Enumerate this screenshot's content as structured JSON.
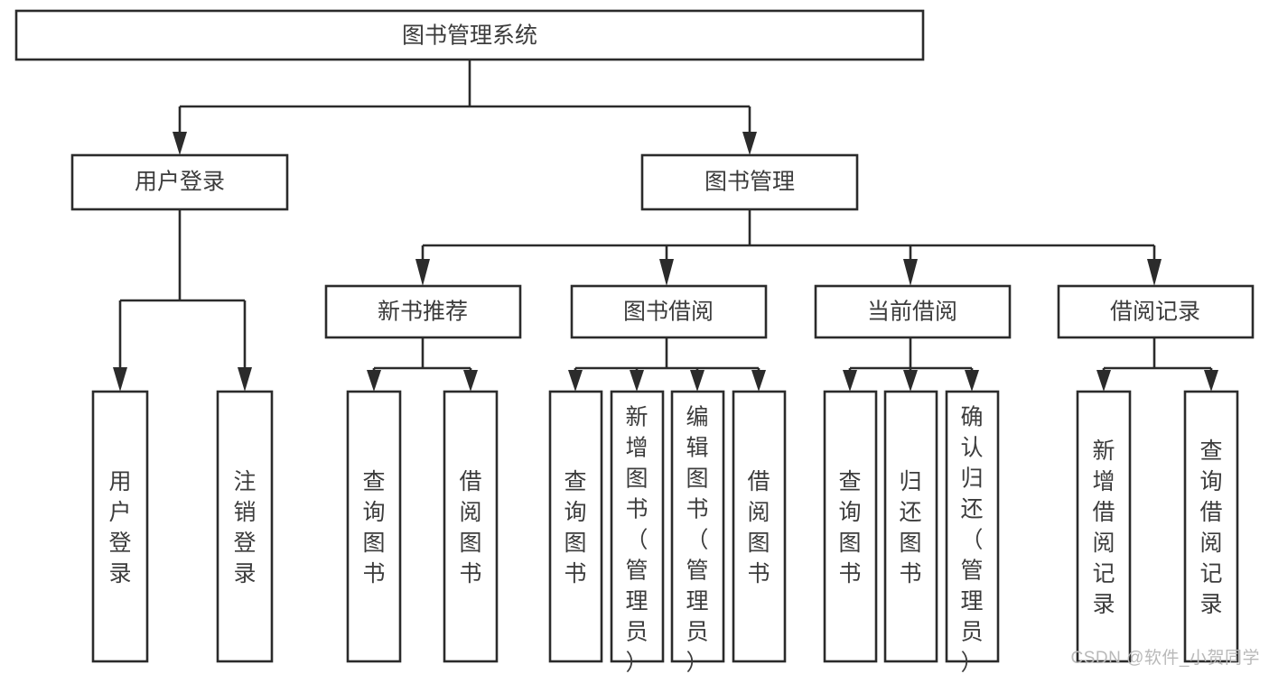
{
  "diagram": {
    "title": "图书管理系统",
    "watermark": "CSDN @软件_小贺同学",
    "colors": {
      "stroke": "#2b2b2b",
      "text": "#3c3c3c",
      "background": "#ffffff",
      "watermark": "#b9b9b9"
    },
    "root": {
      "id": "root",
      "label": "图书管理系统"
    },
    "level2": [
      {
        "id": "user-login",
        "label": "用户登录"
      },
      {
        "id": "book-management",
        "label": "图书管理"
      }
    ],
    "level3": [
      {
        "id": "new-book-recommend",
        "label": "新书推荐",
        "parent": "book-management"
      },
      {
        "id": "book-borrow",
        "label": "图书借阅",
        "parent": "book-management"
      },
      {
        "id": "current-borrow",
        "label": "当前借阅",
        "parent": "book-management"
      },
      {
        "id": "borrow-record",
        "label": "借阅记录",
        "parent": "book-management"
      }
    ],
    "leaves": [
      {
        "id": "leaf-user-login",
        "label": "用户登录",
        "parent": "user-login"
      },
      {
        "id": "leaf-user-logout",
        "label": "注销登录",
        "parent": "user-login"
      },
      {
        "id": "leaf-query-book-1",
        "label": "查询图书",
        "parent": "new-book-recommend"
      },
      {
        "id": "leaf-borrow-book-1",
        "label": "借阅图书",
        "parent": "new-book-recommend"
      },
      {
        "id": "leaf-query-book-2",
        "label": "查询图书",
        "parent": "book-borrow"
      },
      {
        "id": "leaf-add-book",
        "label": "新增图书（管理员）",
        "parent": "book-borrow"
      },
      {
        "id": "leaf-edit-book",
        "label": "编辑图书（管理员）",
        "parent": "book-borrow"
      },
      {
        "id": "leaf-borrow-book-2",
        "label": "借阅图书",
        "parent": "book-borrow"
      },
      {
        "id": "leaf-query-book-3",
        "label": "查询图书",
        "parent": "current-borrow"
      },
      {
        "id": "leaf-return-book",
        "label": "归还图书",
        "parent": "current-borrow"
      },
      {
        "id": "leaf-confirm-return",
        "label": "确认归还（管理员）",
        "parent": "current-borrow"
      },
      {
        "id": "leaf-add-record",
        "label": "新增借阅记录",
        "parent": "borrow-record"
      },
      {
        "id": "leaf-query-record",
        "label": "查询借阅记录",
        "parent": "borrow-record"
      }
    ]
  }
}
